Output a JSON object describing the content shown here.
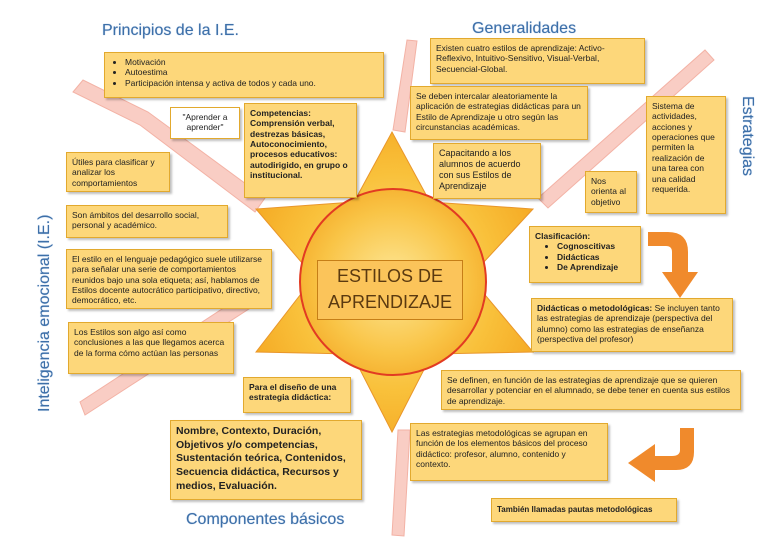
{
  "center": {
    "line1": "ESTILOS DE",
    "line2": "APRENDIZAJE"
  },
  "headings": {
    "principios": "Principios de la I.E.",
    "generalidades": "Generalidades",
    "estrategias": "Estrategias",
    "inteligencia": "Inteligencia emocional (I.E.)",
    "componentes": "Componentes básicos"
  },
  "principios_list": [
    "Motivación",
    "Autoestima",
    "Participación intensa y activa de todos y cada uno."
  ],
  "aprender": "\"Aprender a aprender\"",
  "competencias": {
    "title": "Competencias:",
    "text": "Comprensión verbal, destrezas básicas, Autoconocimiento, procesos educativos: autodirigido, en grupo o institucional."
  },
  "generalidades_text": "Existen cuatro estilos de aprendizaje: Activo-Reflexivo, Intuitivo-Sensitivo, Visual-Verbal, Secuencial-Global.",
  "intercalar": "Se deben intercalar aleatoriamente la aplicación de estrategias didácticas para un Estilo de Aprendizaje u otro según las circunstancias académicas.",
  "capacitando": "Capacitando a los alumnos de acuerdo con sus Estilos de Aprendizaje",
  "nos_orienta": "Nos orienta al objetivo",
  "sistema": "Sistema de actividades, acciones y operaciones que permiten la realización de una tarea con una calidad requerida.",
  "utiles": "Útiles para clasificar y analizar los comportamientos",
  "ambitos": "Son ámbitos del desarrollo social, personal y académico.",
  "estilo_lenguaje": "El estilo en el lenguaje pedagógico suele utilizarse para señalar una serie de comportamientos reunidos bajo una sola etiqueta; así, hablamos de Estilos docente autocrático participativo, directivo, democrático, etc.",
  "conclusiones": "Los Estilos son algo así como conclusiones a las que llegamos acerca de la forma cómo actúan las personas",
  "clasificacion": {
    "title": "Clasificación:",
    "items": [
      "Cognoscitivas",
      "Didácticas",
      "De Aprendizaje"
    ]
  },
  "didacticas": {
    "title": "Didácticas o metodológicas:",
    "text": " Se incluyen tanto las estrategias de aprendizaje (perspectiva del alumno) como las estrategias de enseñanza (perspectiva del profesor)"
  },
  "definen": "Se definen, en función de las estrategias de aprendizaje que se quieren desarrollar y potenciar en el alumnado, se debe tener en cuenta sus estilos de aprendizaje.",
  "agrupan": "Las estrategias metodológicas se agrupan en función de los elementos básicos del proceso didáctico: profesor, alumno, contenido y contexto.",
  "pautas": "También llamadas pautas metodológicas",
  "diseno": "Para el diseño de una estrategia didáctica:",
  "componentes_text": "Nombre, Contexto, Duración, Objetivos y/o competencias, Sustentación teórica, Contenidos, Secuencia didáctica, Recursos y medios, Evaluación.",
  "colors": {
    "star": "#f7b92c",
    "circle": "#f9bf3f",
    "ring": "#e23b22",
    "box": "#fdd77a",
    "arrow": "#f08a2c",
    "heading": "#3d6fa8",
    "connector": "#f7c7bd"
  }
}
